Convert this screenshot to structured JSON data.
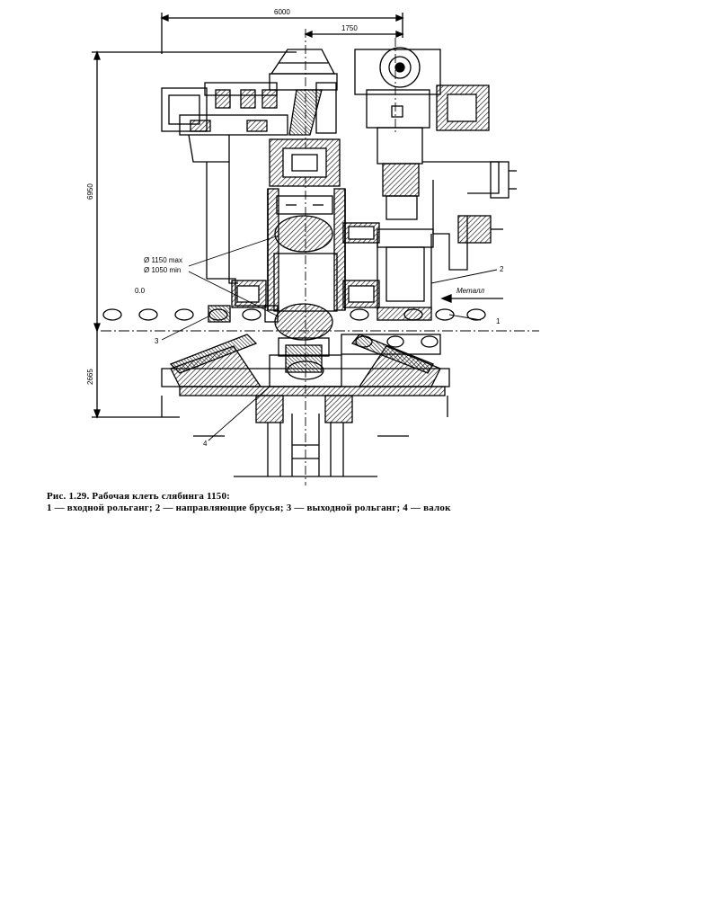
{
  "dimensions": {
    "overall_width": "6000",
    "offset": "1750",
    "height_upper": "6950",
    "height_lower": "2665",
    "pass_line_offset": "0.0"
  },
  "labels": {
    "roll_diameter_max": "Ø 1150 max",
    "roll_diameter_min": "Ø 1050 min",
    "metal_direction": "Металл",
    "callout_1": "1",
    "callout_2": "2",
    "callout_3": "3",
    "callout_4": "4"
  },
  "caption": {
    "line1": "Рис. 1.29. Рабочая клеть слябинга 1150:",
    "line2": "1 — входной рольганг; 2 — направляющие брусья; 3 — выходной рольганг; 4 — валок"
  }
}
